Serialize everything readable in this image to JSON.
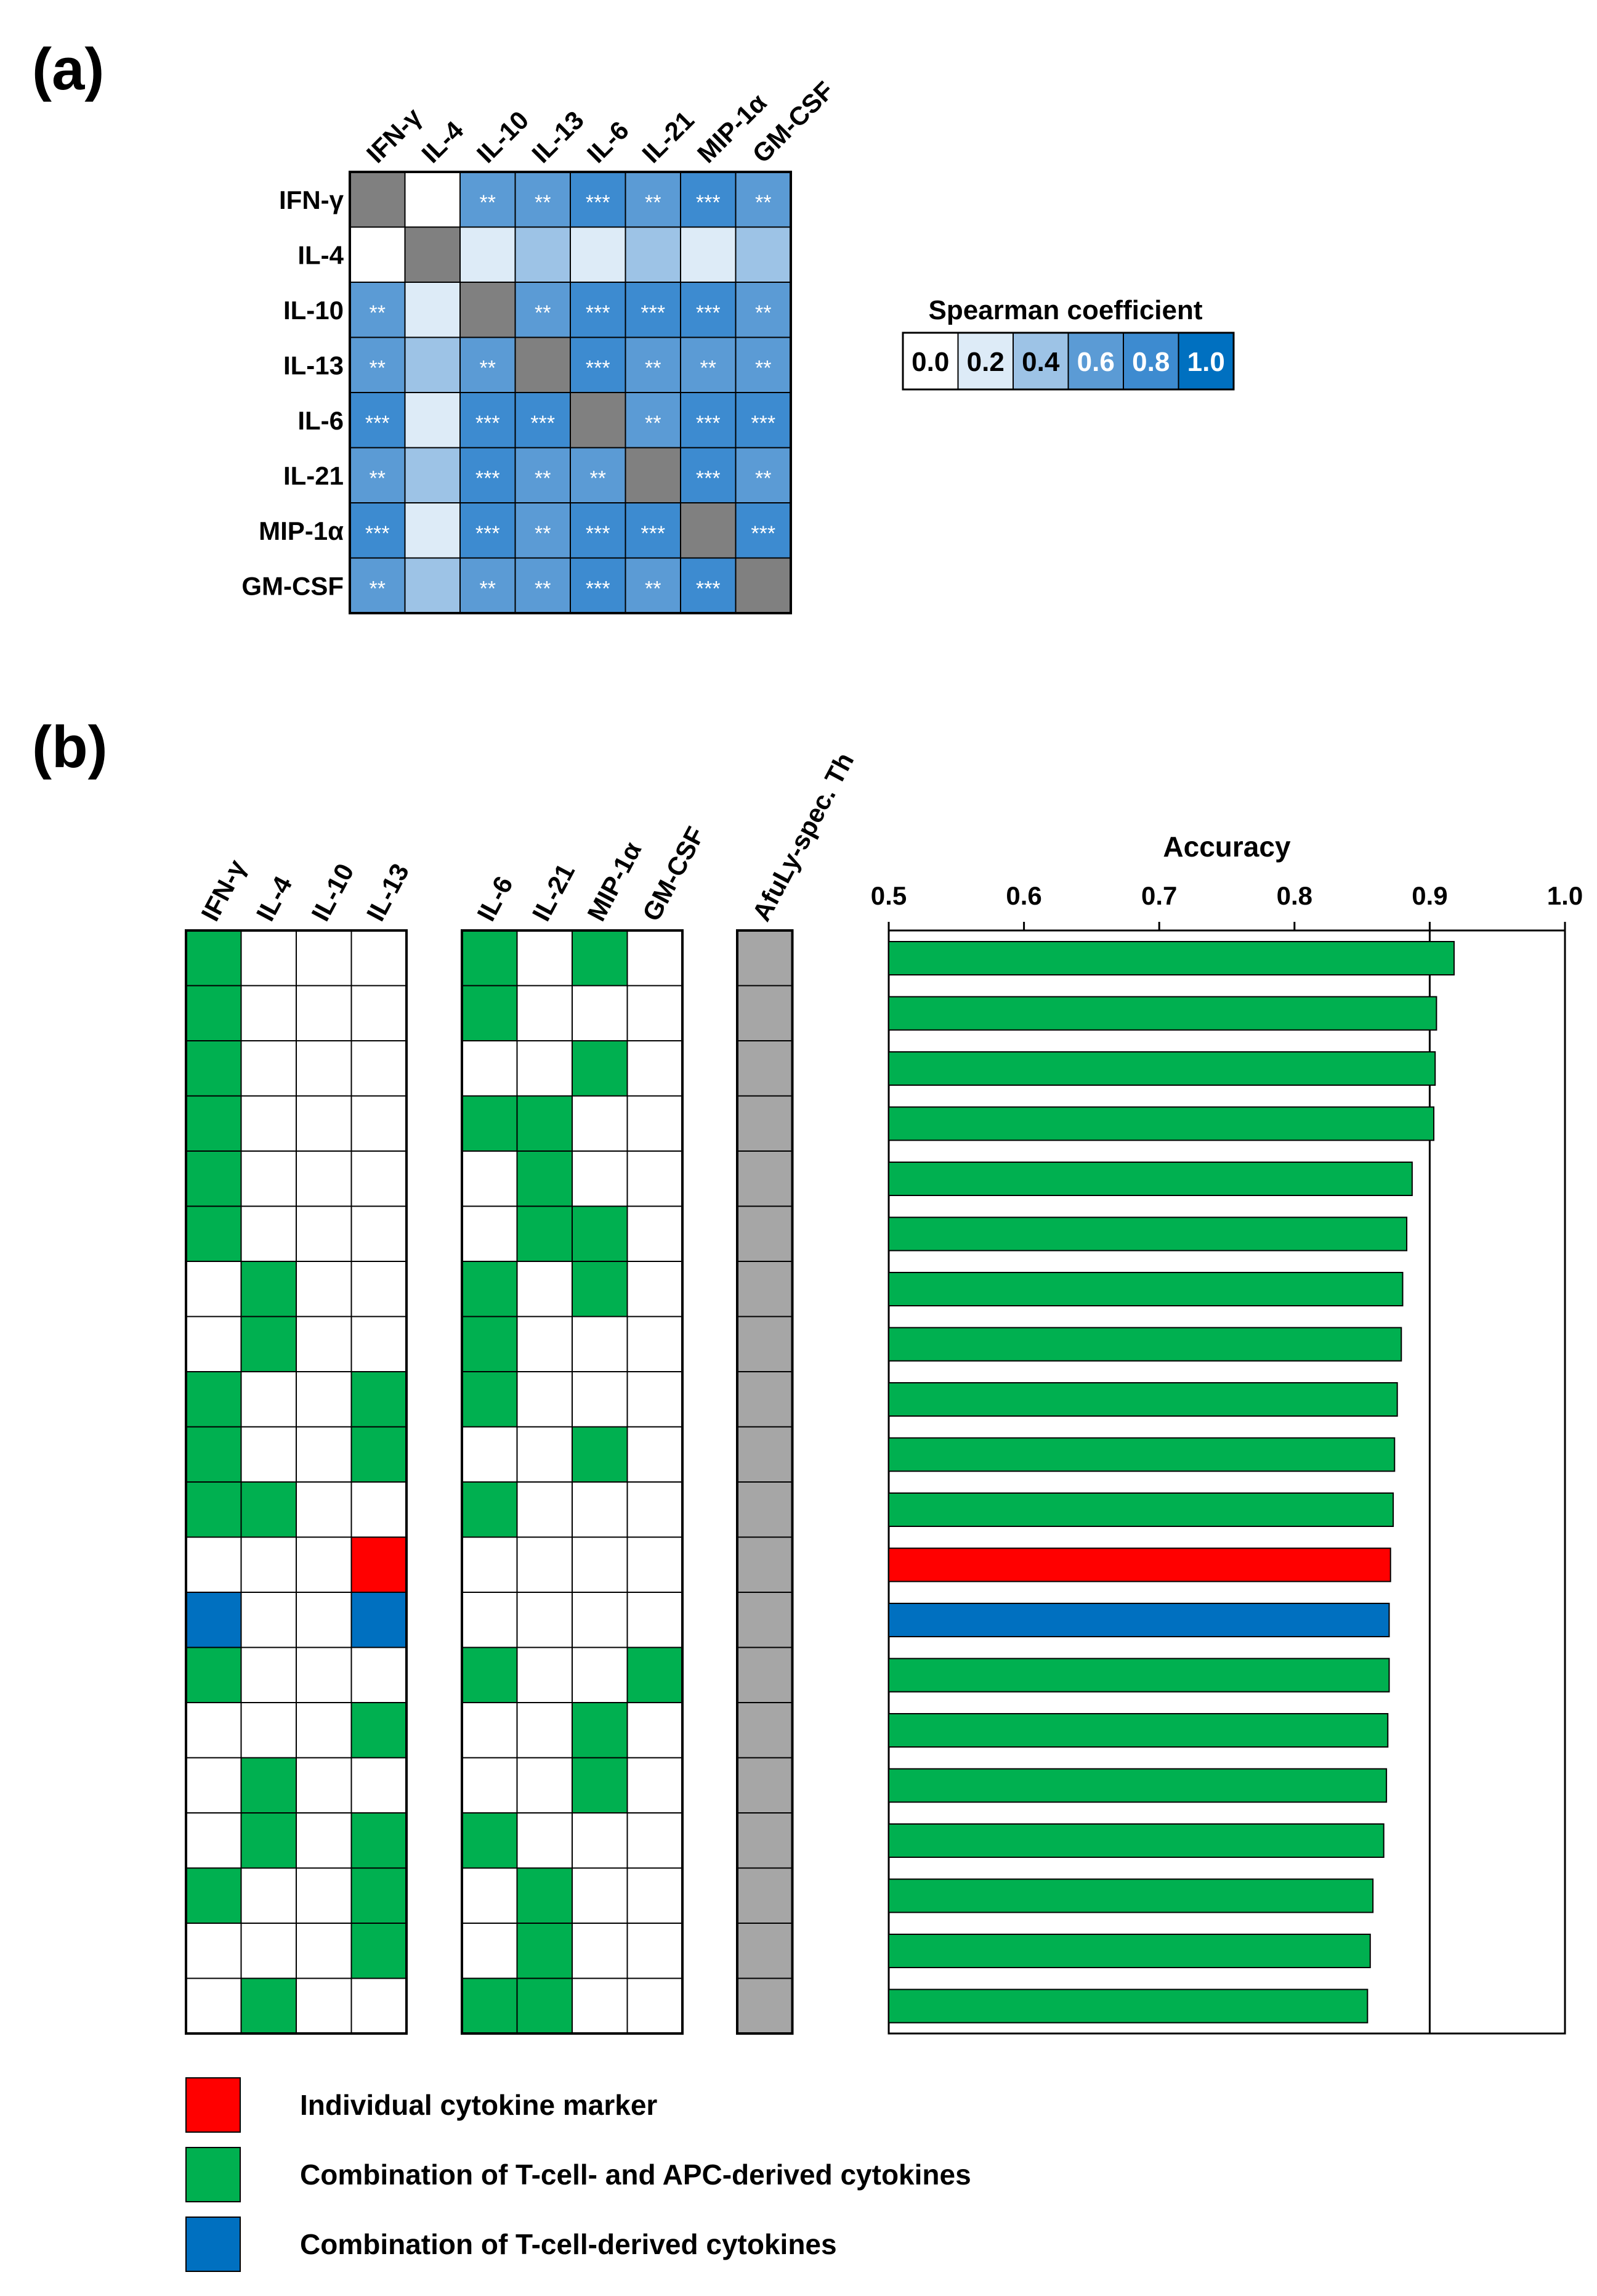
{
  "panels": {
    "a": "(a)",
    "b": "(b)"
  },
  "colors": {
    "diagonal": "#808080",
    "green": "#00B050",
    "red": "#FF0000",
    "blue": "#0070C0",
    "afuly_fill": "#A6A6A6",
    "line": "#000000",
    "scale": [
      "#FFFFFF",
      "#DDEBF7",
      "#9DC3E6",
      "#5B9BD5",
      "#3D8BD0",
      "#0070C0"
    ],
    "scale_text": [
      "#000000",
      "#000000",
      "#000000",
      "#FFFFFF",
      "#FFFFFF",
      "#FFFFFF"
    ]
  },
  "chart_data": [
    {
      "type": "heatmap",
      "title": "",
      "labels": [
        "IFN-γ",
        "IL-4",
        "IL-10",
        "IL-13",
        "IL-6",
        "IL-21",
        "MIP-1α",
        "GM-CSF"
      ],
      "legend": {
        "title": "Spearman coefficient",
        "ticks": [
          "0.0",
          "0.2",
          "0.4",
          "0.6",
          "0.8",
          "1.0"
        ]
      },
      "coefficient_level": [
        [
          null,
          0,
          3,
          3,
          4,
          3,
          4,
          3
        ],
        [
          0,
          null,
          1,
          2,
          1,
          2,
          1,
          2
        ],
        [
          3,
          1,
          null,
          3,
          4,
          4,
          4,
          3
        ],
        [
          3,
          2,
          3,
          null,
          4,
          3,
          3,
          3
        ],
        [
          4,
          1,
          4,
          4,
          null,
          3,
          4,
          4
        ],
        [
          3,
          2,
          4,
          3,
          3,
          null,
          4,
          3
        ],
        [
          4,
          1,
          4,
          3,
          4,
          4,
          null,
          4
        ],
        [
          3,
          2,
          3,
          3,
          4,
          3,
          4,
          null
        ]
      ],
      "significance": [
        [
          "",
          "",
          "**",
          "**",
          "***",
          "**",
          "***",
          "**"
        ],
        [
          "",
          "",
          "",
          "",
          "",
          "",
          "",
          ""
        ],
        [
          "**",
          "",
          "",
          "**",
          "***",
          "***",
          "***",
          "**"
        ],
        [
          "**",
          "",
          "**",
          "",
          "***",
          "**",
          "**",
          "**"
        ],
        [
          "***",
          "",
          "***",
          "***",
          "",
          "**",
          "***",
          "***"
        ],
        [
          "**",
          "",
          "***",
          "**",
          "**",
          "",
          "***",
          "**"
        ],
        [
          "***",
          "",
          "***",
          "**",
          "***",
          "***",
          "",
          "***"
        ],
        [
          "**",
          "",
          "**",
          "**",
          "***",
          "**",
          "***",
          ""
        ]
      ]
    },
    {
      "type": "bar",
      "orientation": "horizontal",
      "xlabel": "Accuracy",
      "xlim": [
        0.5,
        1.0
      ],
      "xticks": [
        "0.5",
        "0.6",
        "0.7",
        "0.8",
        "0.9",
        "1.0"
      ],
      "grid": "vertical lines at 0.9",
      "marker_groups": [
        {
          "markers": [
            "IFN-γ",
            "IL-4",
            "IL-10",
            "IL-13"
          ]
        },
        {
          "markers": [
            "IL-6",
            "IL-21",
            "MIP-1α",
            "GM-CSF"
          ]
        },
        {
          "markers": [
            "AfuLy-spec. Th"
          ]
        }
      ],
      "rows": [
        {
          "accuracy": 0.918,
          "category": "green",
          "markers": [
            "IFN-γ",
            "IL-6",
            "MIP-1α"
          ]
        },
        {
          "accuracy": 0.905,
          "category": "green",
          "markers": [
            "IFN-γ",
            "IL-6"
          ]
        },
        {
          "accuracy": 0.904,
          "category": "green",
          "markers": [
            "IFN-γ",
            "MIP-1α"
          ]
        },
        {
          "accuracy": 0.903,
          "category": "green",
          "markers": [
            "IFN-γ",
            "IL-6",
            "IL-21"
          ]
        },
        {
          "accuracy": 0.887,
          "category": "green",
          "markers": [
            "IFN-γ",
            "IL-21"
          ]
        },
        {
          "accuracy": 0.883,
          "category": "green",
          "markers": [
            "IFN-γ",
            "IL-21",
            "MIP-1α"
          ]
        },
        {
          "accuracy": 0.88,
          "category": "green",
          "markers": [
            "IL-4",
            "IL-6",
            "MIP-1α"
          ]
        },
        {
          "accuracy": 0.879,
          "category": "green",
          "markers": [
            "IL-4",
            "IL-6"
          ]
        },
        {
          "accuracy": 0.876,
          "category": "green",
          "markers": [
            "IFN-γ",
            "IL-13",
            "IL-6"
          ]
        },
        {
          "accuracy": 0.874,
          "category": "green",
          "markers": [
            "IFN-γ",
            "IL-13",
            "MIP-1α"
          ]
        },
        {
          "accuracy": 0.873,
          "category": "green",
          "markers": [
            "IFN-γ",
            "IL-4",
            "IL-6"
          ]
        },
        {
          "accuracy": 0.871,
          "category": "red",
          "markers": [
            "IL-13"
          ]
        },
        {
          "accuracy": 0.87,
          "category": "blue",
          "markers": [
            "IFN-γ",
            "IL-13"
          ]
        },
        {
          "accuracy": 0.87,
          "category": "green",
          "markers": [
            "IFN-γ",
            "IL-6",
            "GM-CSF"
          ]
        },
        {
          "accuracy": 0.869,
          "category": "green",
          "markers": [
            "IL-13",
            "MIP-1α"
          ]
        },
        {
          "accuracy": 0.868,
          "category": "green",
          "markers": [
            "IL-4",
            "MIP-1α"
          ]
        },
        {
          "accuracy": 0.866,
          "category": "green",
          "markers": [
            "IL-4",
            "IL-13",
            "IL-6"
          ]
        },
        {
          "accuracy": 0.858,
          "category": "green",
          "markers": [
            "IFN-γ",
            "IL-13",
            "IL-21"
          ]
        },
        {
          "accuracy": 0.856,
          "category": "green",
          "markers": [
            "IL-13",
            "IL-21"
          ]
        },
        {
          "accuracy": 0.854,
          "category": "green",
          "markers": [
            "IL-4",
            "IL-6",
            "IL-21"
          ]
        }
      ],
      "legend": [
        {
          "category": "red",
          "label": "Individual cytokine marker"
        },
        {
          "category": "green",
          "label": "Combination of T-cell- and APC-derived cytokines"
        },
        {
          "category": "blue",
          "label": "Combination of T-cell-derived cytokines"
        }
      ]
    }
  ]
}
